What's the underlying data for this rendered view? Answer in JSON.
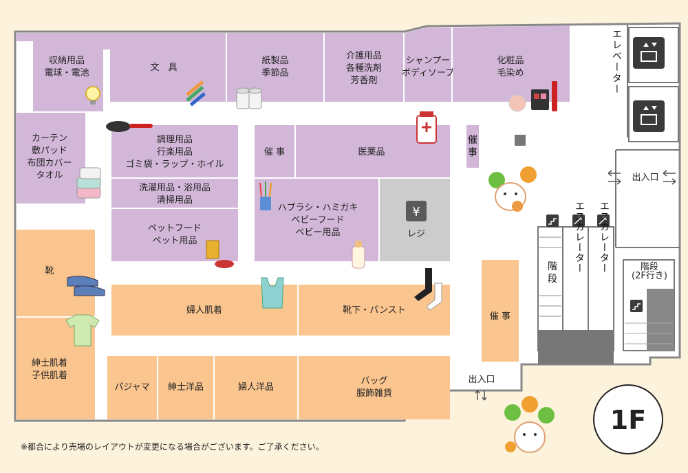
{
  "floor": {
    "label": "1F"
  },
  "note": "※都合により売場のレイアウトが変更になる場合がございます。ご了承ください。",
  "zones": {
    "storage": [
      "収納用品",
      "電球・電池"
    ],
    "stationery": [
      "文　具"
    ],
    "paper": [
      "紙製品",
      "季節品"
    ],
    "care": [
      "介護用品",
      "各種洗剤",
      "芳香剤"
    ],
    "shampoo": [
      "シャンプー",
      "ボディソープ"
    ],
    "cosmetics": [
      "化粧品",
      "毛染め"
    ],
    "curtain": [
      "カーテン",
      "敷パッド",
      "布団カバー",
      "タオル"
    ],
    "cooking": [
      "調理用品",
      "行楽用品",
      "ゴミ袋・ラップ・ホイル"
    ],
    "laundry": [
      "洗濯用品・浴用品",
      "清掃用品"
    ],
    "pet": [
      "ペットフード",
      "ペット用品"
    ],
    "event_small": [
      "催 事"
    ],
    "medicine": [
      "医薬品"
    ],
    "event_vertical": "催事",
    "toothbrush": [
      "ハブラシ・ハミガキ",
      "ベビーフード",
      "ベビー用品"
    ],
    "register": {
      "symbol": "¥",
      "label": "レジ"
    },
    "shoes": [
      "靴"
    ],
    "womens_underwear": [
      "婦人肌着"
    ],
    "socks": [
      "靴下・パンスト"
    ],
    "event_right": [
      "催 事"
    ],
    "mens_underwear": [
      "紳士肌着",
      "子供肌着"
    ],
    "pajama": [
      "パジャマ"
    ],
    "mens_clothing": [
      "紳士洋品"
    ],
    "womens_clothing": [
      "婦人洋品"
    ],
    "bag": [
      "バッグ",
      "服飾雑貨"
    ]
  },
  "facilities": {
    "elevator": "エレベーター",
    "exit_right": "出入口",
    "exit_bottom": "出入口",
    "stairs": "階段",
    "escalator_1": "エスカレーター",
    "escalator_2": "エスカレーター",
    "stairs_2f": "階段",
    "stairs_2f_sub": "(2F行き)"
  },
  "colors": {
    "purple": "#d3b7d9",
    "orange": "#fbc58f",
    "gray": "#cccccc",
    "dark": "#5a5a5a",
    "background": "#fdf3dc",
    "floor": "#ffffff"
  }
}
